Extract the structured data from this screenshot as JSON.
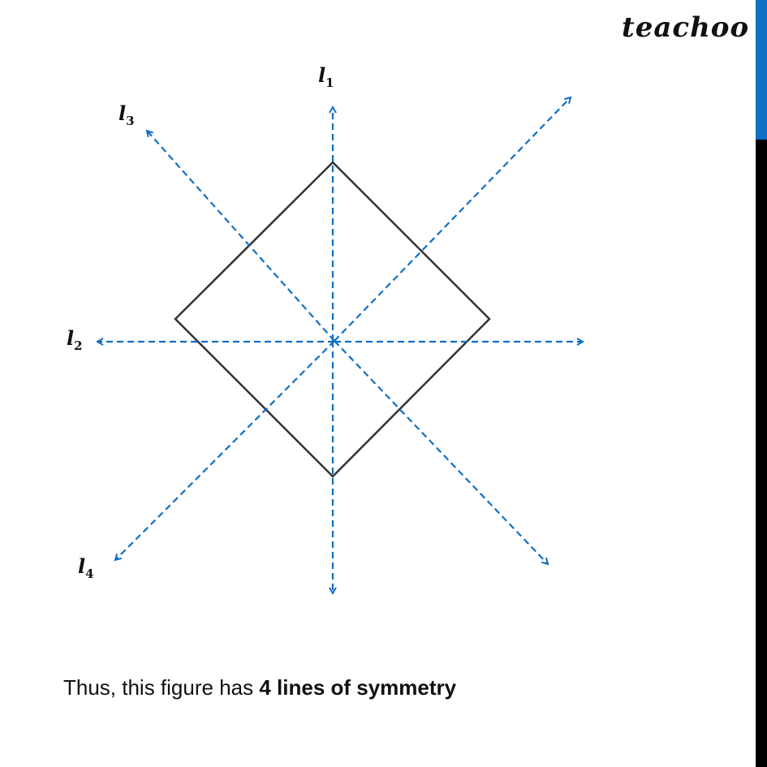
{
  "logo": "teachoo",
  "labels": {
    "l1": {
      "main": "l",
      "sub": "1"
    },
    "l2": {
      "main": "l",
      "sub": "2"
    },
    "l3": {
      "main": "l",
      "sub": "3"
    },
    "l4": {
      "main": "l",
      "sub": "4"
    }
  },
  "caption": {
    "prefix": "Thus, this figure has ",
    "bold": "4 lines of symmetry"
  },
  "colors": {
    "axis": "#0f6fc6",
    "shape": "#333333",
    "sidebar_top": "#0f6fc6",
    "sidebar_bottom": "#000000"
  }
}
